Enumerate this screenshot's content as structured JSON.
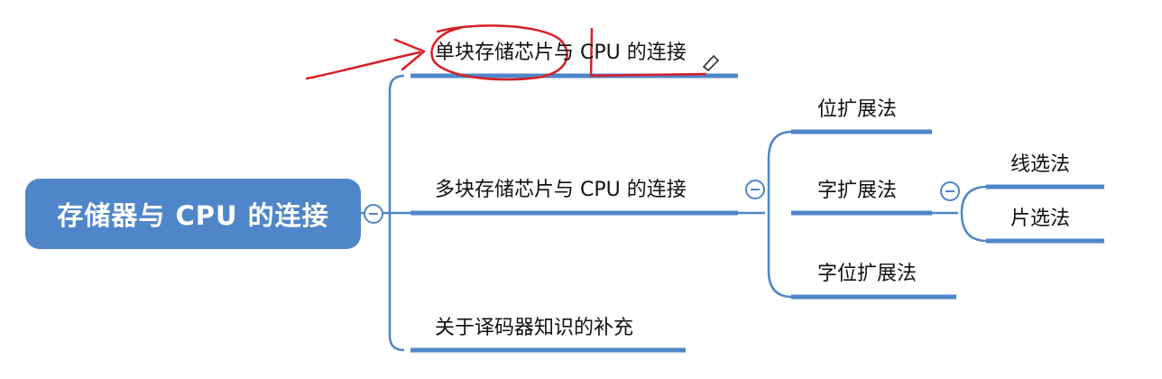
{
  "root": {
    "label": "存储器与 CPU 的连接"
  },
  "branches": [
    {
      "label": "单块存储芯片与 CPU 的连接"
    },
    {
      "label": "多块存储芯片与 CPU 的连接"
    },
    {
      "label": "关于译码器知识的补充"
    }
  ],
  "sub_branches": [
    {
      "label": "位扩展法"
    },
    {
      "label": "字扩展法"
    },
    {
      "label": "字位扩展法"
    }
  ],
  "leaves": [
    {
      "label": "线选法"
    },
    {
      "label": "片选法"
    }
  ],
  "colors": {
    "accent": "#4f86c9",
    "annotation": "#d81f26"
  }
}
